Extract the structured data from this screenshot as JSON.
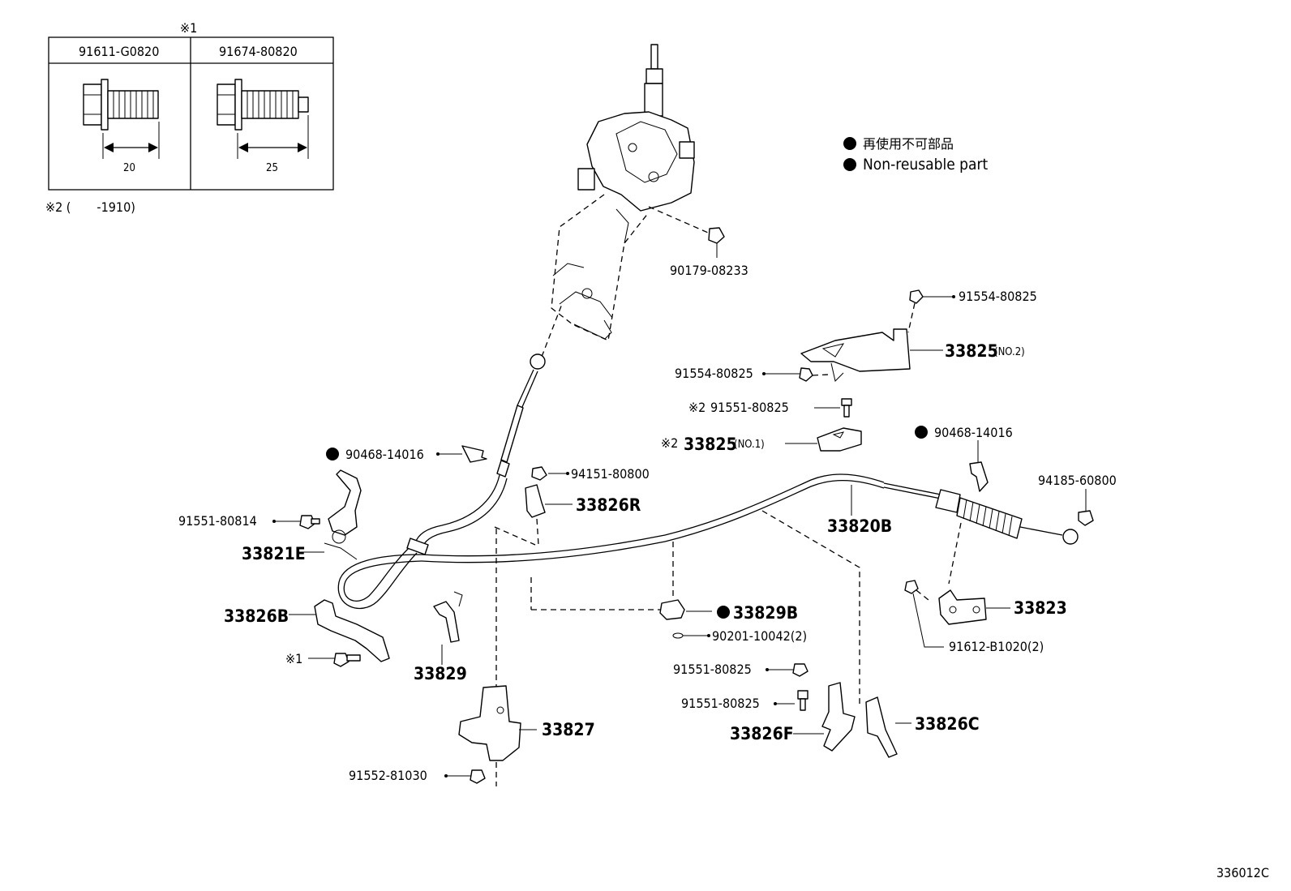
{
  "ref_table": {
    "note_mark": "※1",
    "col1_part": "91611-G0820",
    "col2_part": "91674-80820",
    "col1_length": "20",
    "col2_length": "25",
    "note2": "※2 (       -1910)"
  },
  "legend": {
    "line_jp": "再使用不可部品",
    "line_en": "Non-reusable part"
  },
  "labels": {
    "p90179_08233": "90179-08233",
    "p91554_80825_a": "91554-80825",
    "p33825_no2": "33825",
    "p33825_no2_suffix": "(NO.2)",
    "p91554_80825_b": "91554-80825",
    "p91551_80825_note2_mark": "※2",
    "p91551_80825_note2": "91551-80825",
    "p33825_no1_mark": "※2",
    "p33825_no1": "33825",
    "p33825_no1_suffix": "(NO.1)",
    "p90468_14016_left": "90468-14016",
    "p90468_14016_right": "90468-14016",
    "p94151_80800": "94151-80800",
    "p94185_60800": "94185-60800",
    "p91551_80814": "91551-80814",
    "p33826R": "33826R",
    "p33820B": "33820B",
    "p33821E": "33821E",
    "p33823": "33823",
    "p33826B": "33826B",
    "p33829B": "33829B",
    "p90201_10042": "90201-10042(2)",
    "p91612_B1020": "91612-B1020(2)",
    "p_note1_mark": "※1",
    "p33829": "33829",
    "p91551_80825_c": "91551-80825",
    "p91551_80825_d": "91551-80825",
    "p33827": "33827",
    "p33826F": "33826F",
    "p33826C": "33826C",
    "p91552_81030": "91552-81030"
  },
  "diagram_id": "336012C"
}
